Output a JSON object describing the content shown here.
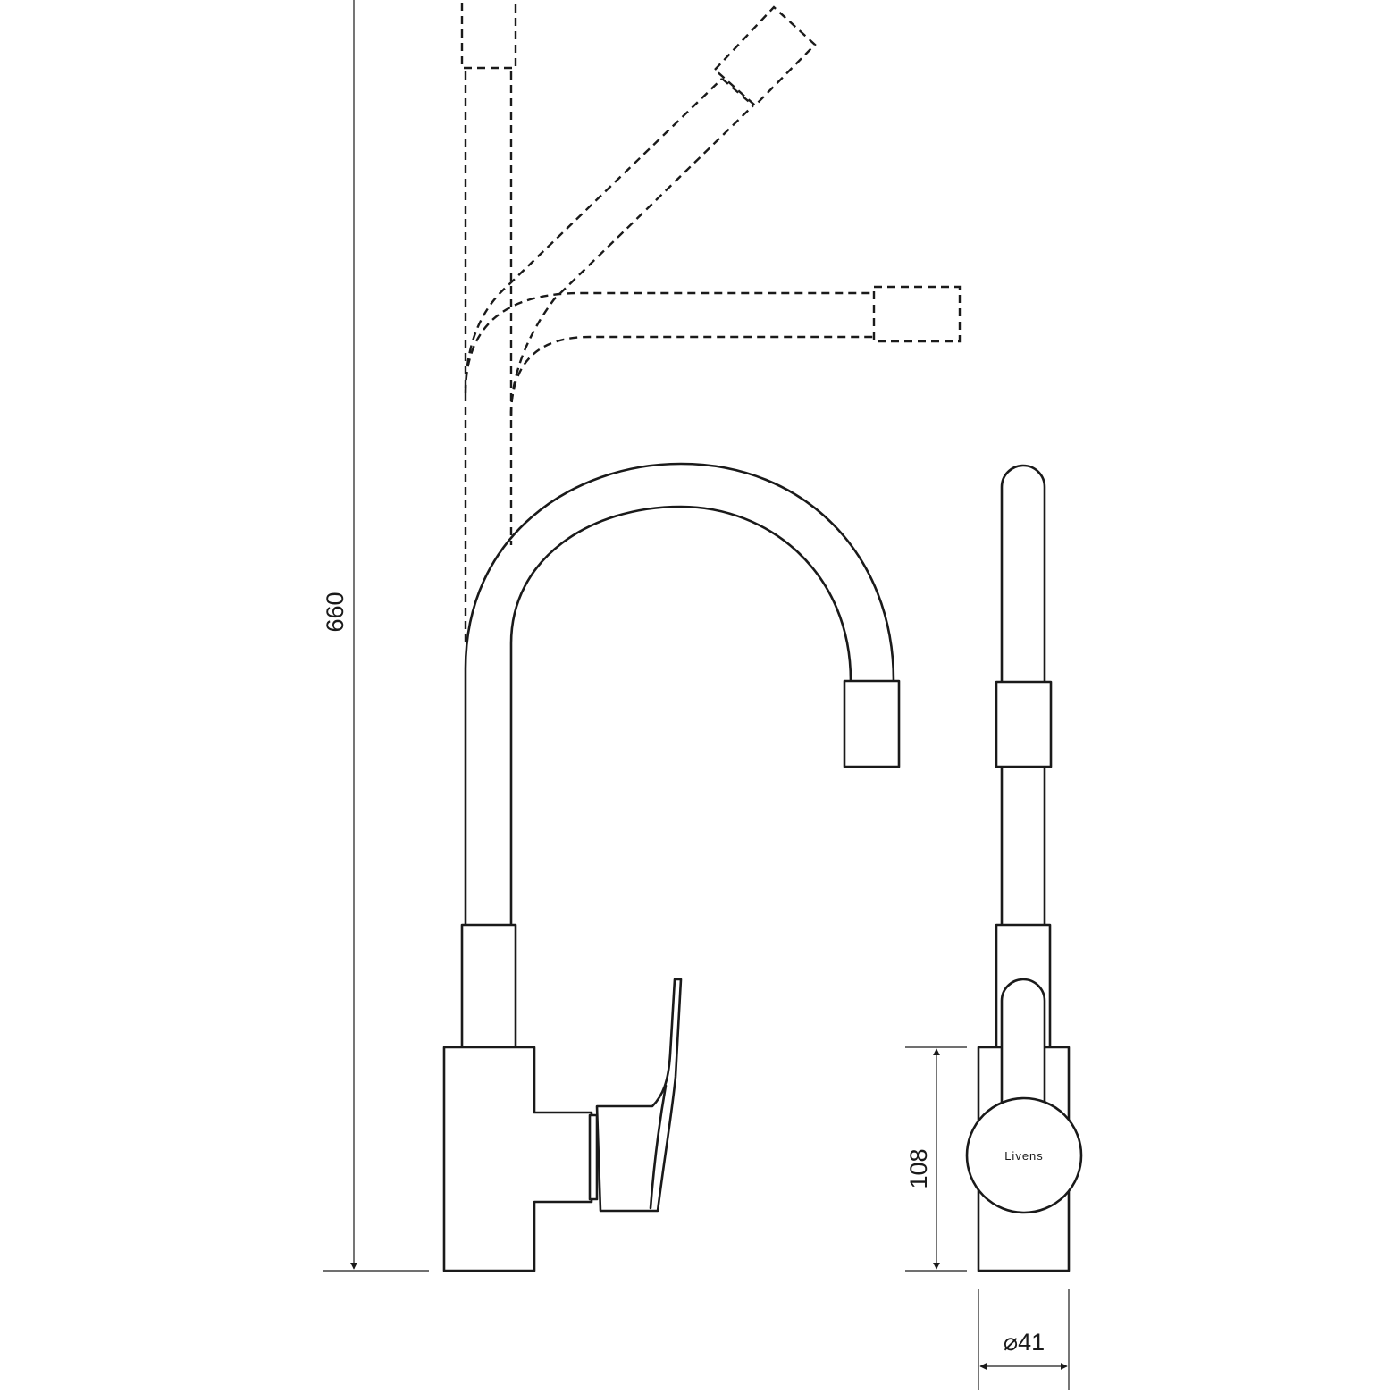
{
  "dimensions": {
    "height": "660",
    "base_height": "108",
    "diameter": "⌀41"
  },
  "brand": {
    "logo_text": "Livens"
  }
}
